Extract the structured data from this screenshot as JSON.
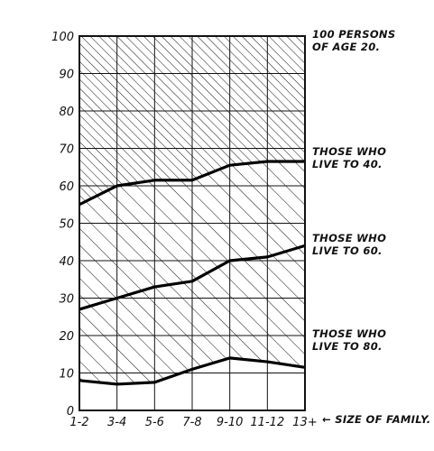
{
  "chart_data": {
    "type": "area",
    "categories": [
      "1-2",
      "3-4",
      "5-6",
      "7-8",
      "9-10",
      "11-12",
      "13+"
    ],
    "ylim": [
      0,
      100
    ],
    "y_ticks": [
      "0",
      "10",
      "20",
      "30",
      "40",
      "50",
      "60",
      "70",
      "80",
      "90",
      "100"
    ],
    "x_axis_note": "← SIZE OF FAMILY.",
    "grid": true,
    "series": [
      {
        "name": "100 PERSONS OF AGE 20.",
        "values": [
          100,
          100,
          100,
          100,
          100,
          100,
          100
        ]
      },
      {
        "name": "THOSE WHO LIVE TO 40.",
        "values": [
          55,
          60,
          61.5,
          61.5,
          65.5,
          66.5,
          66.5
        ]
      },
      {
        "name": "THOSE WHO LIVE TO 60.",
        "values": [
          27,
          30,
          33,
          34.5,
          40,
          41,
          44
        ]
      },
      {
        "name": "THOSE WHO LIVE TO 80.",
        "values": [
          8,
          7,
          7.5,
          11,
          14,
          13,
          11.5
        ]
      }
    ],
    "annotations": [
      {
        "lines": [
          "100 PERSONS",
          "OF AGE 20."
        ]
      },
      {
        "lines": [
          "THOSE WHO",
          "LIVE TO 40."
        ]
      },
      {
        "lines": [
          "THOSE WHO",
          "LIVE TO 60."
        ]
      },
      {
        "lines": [
          "THOSE WHO",
          "LIVE TO 80."
        ]
      }
    ]
  }
}
